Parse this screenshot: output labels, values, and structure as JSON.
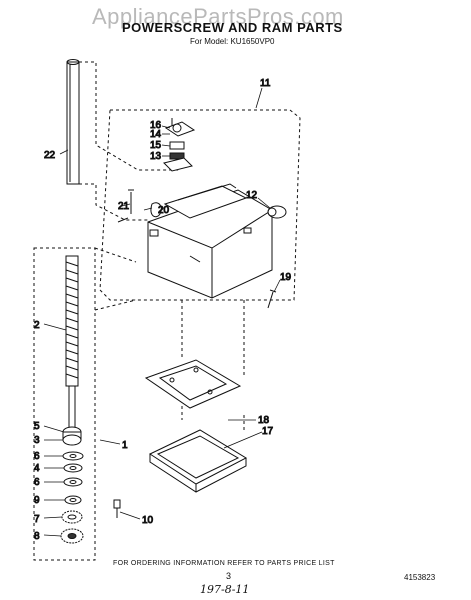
{
  "watermark": "AppliancePartsPros.com",
  "title": "POWERSCREW AND RAM PARTS",
  "subtitle": "For Model: KU1650VP0",
  "callouts": {
    "c1": "1",
    "c2": "2",
    "c3": "3",
    "c4": "4",
    "c5": "5",
    "c6a": "6",
    "c6b": "6",
    "c7": "7",
    "c8": "8",
    "c9": "9",
    "c10": "10",
    "c11": "11",
    "c12": "12",
    "c13": "13",
    "c14": "14",
    "c15": "15",
    "c16": "16",
    "c17": "17",
    "c18": "18",
    "c19": "19",
    "c20": "20",
    "c21": "21",
    "c22": "22"
  },
  "footer_note": "FOR ORDERING INFORMATION REFER TO PARTS PRICE LIST",
  "page_number": "3",
  "handwritten_code": "197-8-11",
  "document_id": "4153823"
}
